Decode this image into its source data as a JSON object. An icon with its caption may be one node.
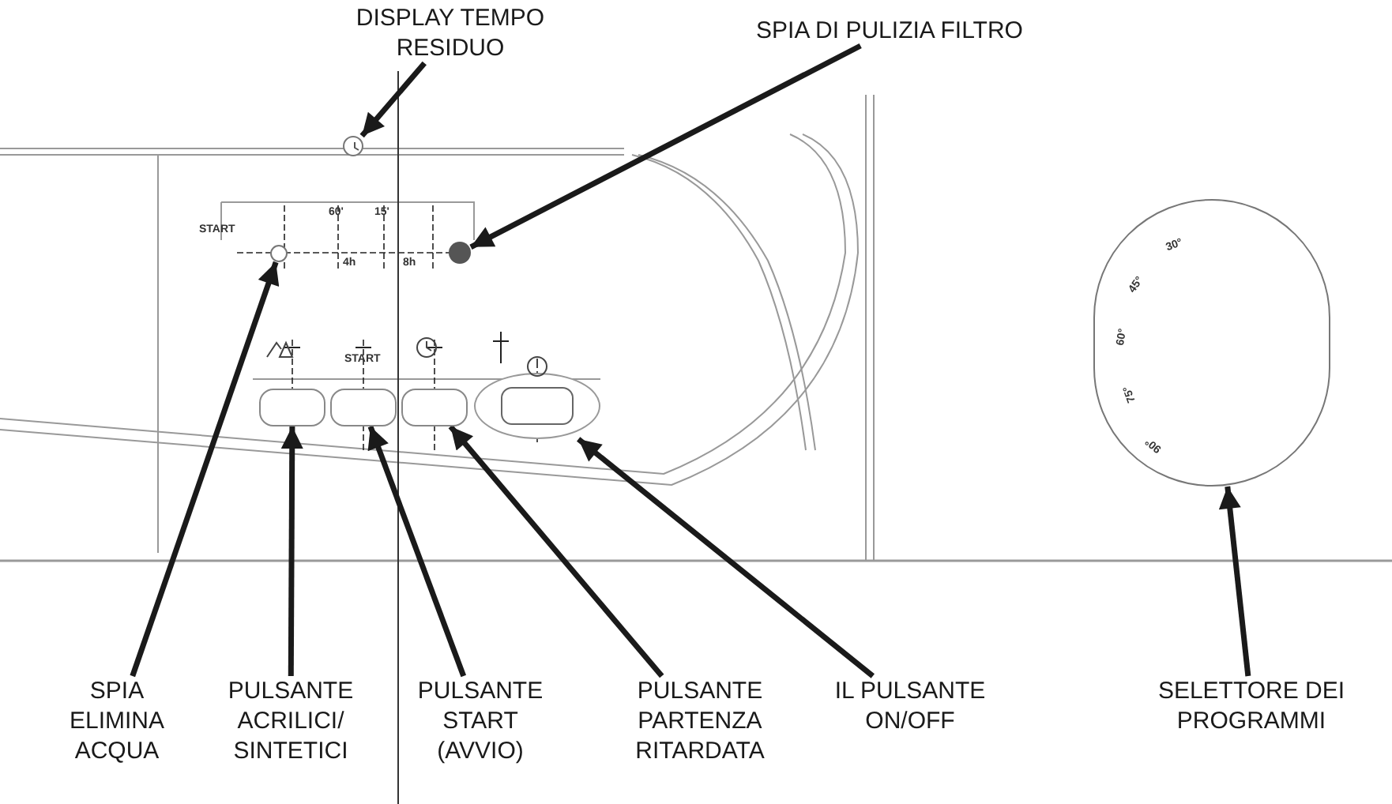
{
  "diagram": {
    "nodes": [
      {
        "text": [
          "DISPLAY TEMPO RESIDUO"
        ]
      },
      {
        "text": [
          "SPIA DI PULIZIA FILTRO"
        ]
      },
      {
        "text": [
          "SPIA ELIMINA ACQUA"
        ]
      },
      {
        "text": [
          "PULSANTE ACRILICI/ SINTETICI"
        ]
      },
      {
        "text": [
          "PULSANTE START (AVVIO)"
        ]
      },
      {
        "text": [
          "PULSANTE PARTENZA RITARDATA"
        ]
      },
      {
        "text": [
          "IL PULSANTE ON/OFF"
        ]
      },
      {
        "text": [
          "SELETTORE DEI PROGRAMMI"
        ]
      },
      {
        "text": [],
        "shape": "circle"
      },
      {
        "text": [],
        "shape": "circle"
      },
      {
        "text": [],
        "shape": "circle"
      },
      {
        "text": [],
        "shape": "box"
      },
      {
        "text": [],
        "shape": "box"
      },
      {
        "text": [],
        "shape": "box"
      },
      {
        "text": [],
        "shape": "box"
      },
      {
        "text": [],
        "shape": "circle"
      }
    ],
    "edges": [
      {
        "from": 0,
        "to": 8,
        "arrow": "to"
      },
      {
        "from": 1,
        "to": 9,
        "arrow": "to"
      },
      {
        "from": 2,
        "to": 10,
        "arrow": "to"
      },
      {
        "from": 3,
        "to": 11,
        "arrow": "to"
      },
      {
        "from": 4,
        "to": 12,
        "arrow": "to"
      },
      {
        "from": 5,
        "to": 13,
        "arrow": "to"
      },
      {
        "from": 6,
        "to": 14,
        "arrow": "to"
      },
      {
        "from": 7,
        "to": 15,
        "arrow": "to"
      }
    ],
    "labels": [
      "START",
      "60'",
      "15'",
      "4h",
      "8h",
      "START",
      "30°",
      "45°",
      "60°",
      "75°",
      "90°"
    ]
  }
}
